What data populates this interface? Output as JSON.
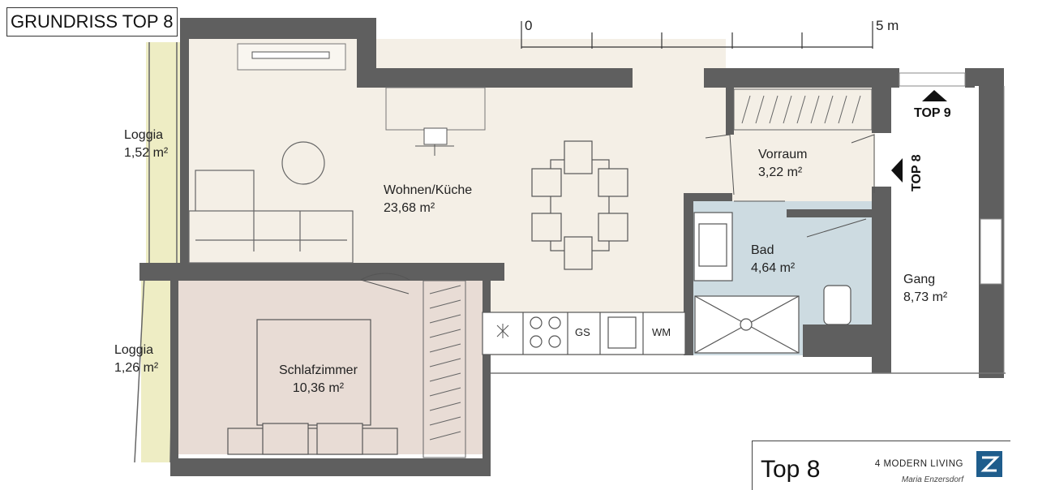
{
  "title": "GRUNDRISS TOP 8",
  "scale": {
    "start": "0",
    "end": "5 m"
  },
  "rooms": [
    {
      "name": "Loggia",
      "area": "1,52 m²"
    },
    {
      "name": "Wohnen/Küche",
      "area": "23,68 m²"
    },
    {
      "name": "Vorraum",
      "area": "3,22 m²"
    },
    {
      "name": "Bad",
      "area": "4,64 m²"
    },
    {
      "name": "Gang",
      "area": "8,73 m²"
    },
    {
      "name": "Loggia",
      "area": "1,26 m²"
    },
    {
      "name": "Schlafzimmer",
      "area": "10,36 m²"
    }
  ],
  "unit_markers": {
    "top9": "TOP 9",
    "top8": "TOP 8"
  },
  "appliances": {
    "gs": "GS",
    "wm": "WM"
  },
  "sheet": {
    "title": "Top 8",
    "brand": "4 MODERN LIVING",
    "location": "Maria Enzersdorf"
  },
  "colors": {
    "wall": "#5f5f5f",
    "living": "#f4efe6",
    "bedroom": "#e8dcd5",
    "bath": "#cddbe1",
    "loggia": "#eeedc4",
    "logo": "#1f5d8c"
  }
}
